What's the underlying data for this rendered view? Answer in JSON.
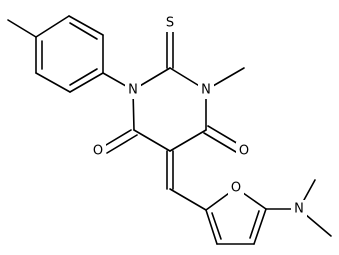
{
  "molecule": {
    "atoms": {
      "N1": "N",
      "N3": "N",
      "S": "S",
      "O4": "O",
      "O6": "O",
      "Ofuran": "O",
      "Namine": "N"
    }
  }
}
